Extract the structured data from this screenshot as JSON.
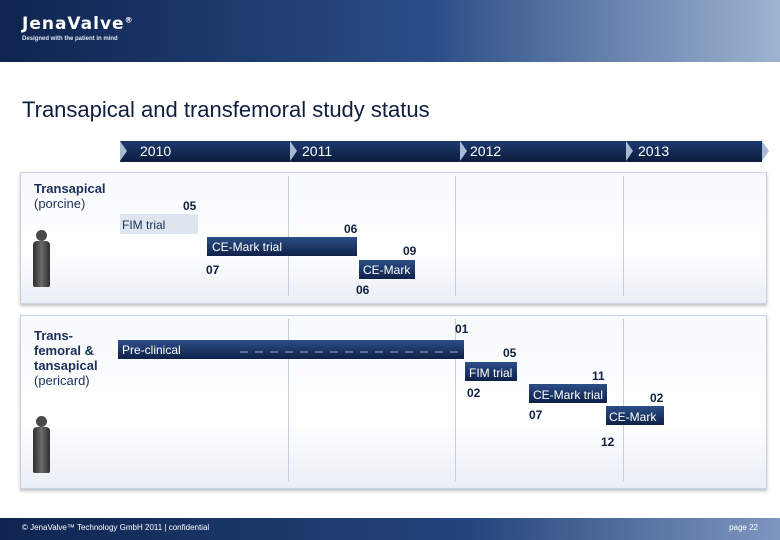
{
  "brand": {
    "logo": "JenaValve",
    "logo_mark": "®",
    "tagline": "Designed with the patient in mind"
  },
  "title": "Transapical and transfemoral study status",
  "years": [
    "2010",
    "2011",
    "2012",
    "2013"
  ],
  "rows": {
    "transapical": {
      "label_line1": "Transapical",
      "label_line2": "(porcine)",
      "fim_trial": "FIM trial",
      "ce_mark_trial": "CE-Mark trial",
      "ce_mark": "CE-Mark",
      "num_05": "05",
      "num_06_top": "06",
      "num_09": "09",
      "num_07": "07",
      "num_06_bottom": "06"
    },
    "transfemoral": {
      "label_line1": "Trans-",
      "label_line2": "femoral &",
      "label_line3": "tansapical",
      "label_line4": "(pericard)",
      "pre_clinical": "Pre-clinical",
      "fim_trial": "FIM trial",
      "ce_mark_trial": "CE-Mark trial",
      "ce_mark": "CE-Mark",
      "num_01": "01",
      "num_05": "05",
      "num_11": "11",
      "num_02_left": "02",
      "num_02_right": "02",
      "num_07": "07",
      "num_12": "12"
    }
  },
  "footer": {
    "copyright": "© JenaValve™ Technology GmbH 2011 | confidential",
    "page": "page 22"
  },
  "colors": {
    "navy": "#0e2148",
    "bar": "#2c4e88"
  }
}
